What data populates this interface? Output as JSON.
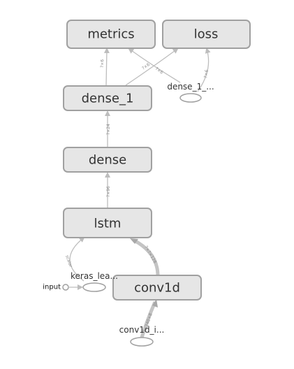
{
  "nodes": {
    "metrics": "metrics",
    "loss": "loss",
    "dense_1": "dense_1",
    "dense_1_aux": "dense_1_...",
    "dense": "dense",
    "lstm": "lstm",
    "keras_lea": "keras_lea...",
    "input": "input",
    "conv1d": "conv1d",
    "conv1d_input": "conv1d_i..."
  },
  "edge_labels": {
    "dense1_to_metrics": "?×6",
    "dense1_to_loss": "?×6",
    "aux_to_metrics": "?×6",
    "aux_to_loss": "?×6",
    "dense_to_dense1": "?×24",
    "lstm_to_dense": "?×96",
    "keras_to_lstm": "scalar",
    "conv1d_to_lstm": "?×?×128",
    "input_to_conv1d": "?×240×8"
  },
  "colors": {
    "node_fill": "#e6e6e6",
    "node_stroke": "#a0a0a0",
    "edge": "#bdbdbd"
  }
}
